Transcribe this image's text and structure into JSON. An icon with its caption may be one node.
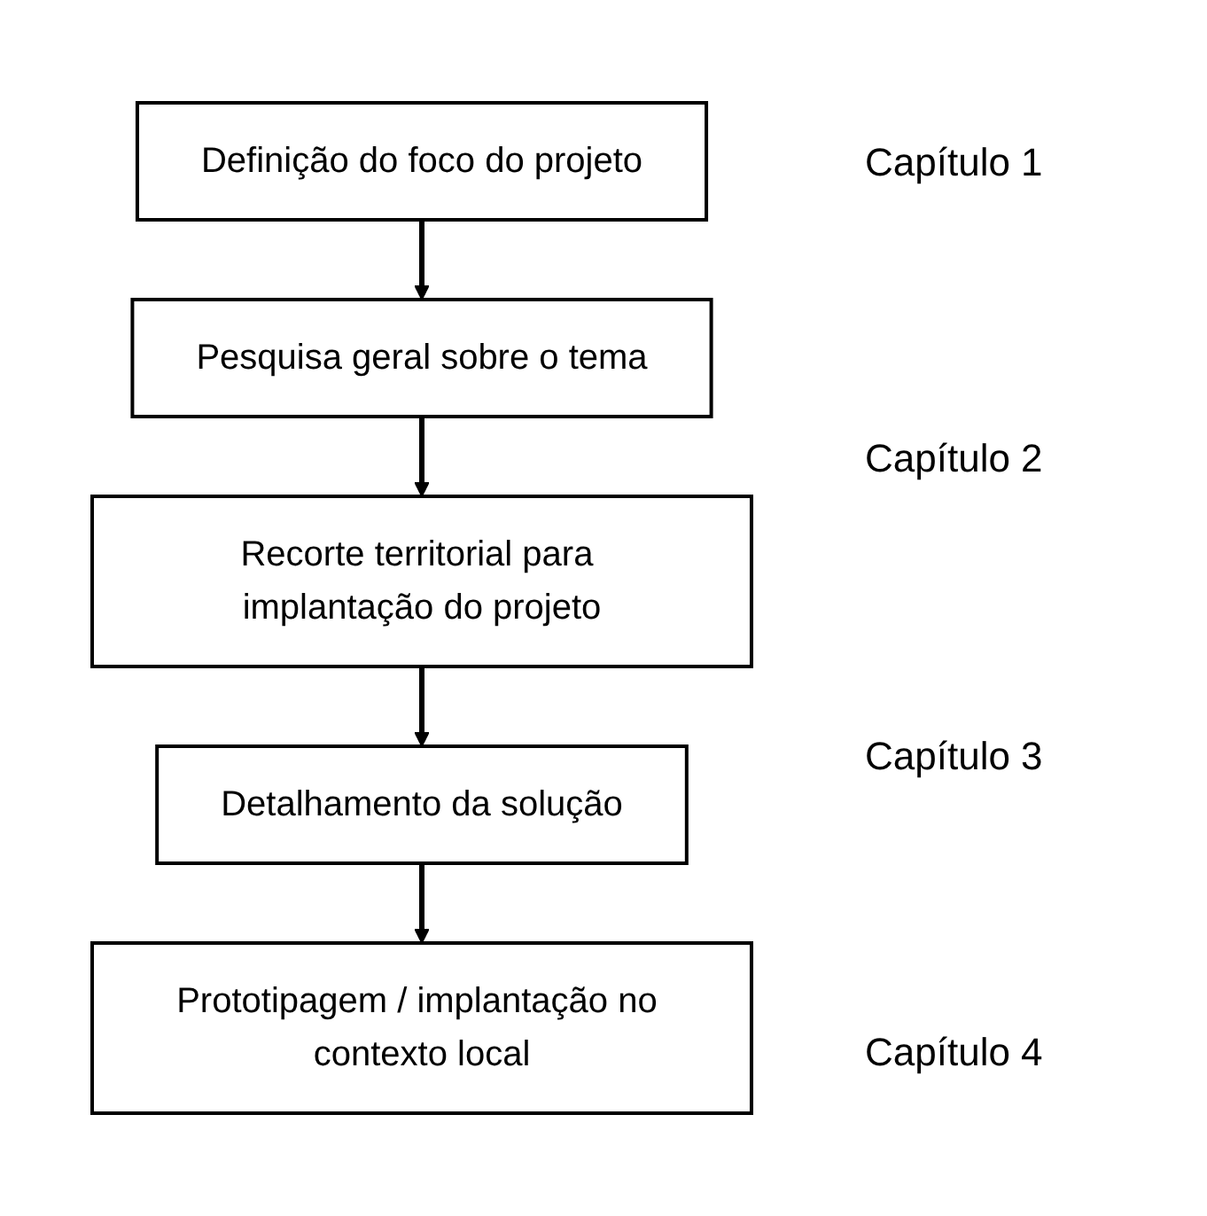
{
  "diagram": {
    "nodes": [
      {
        "text": [
          "Definição do foco do projeto"
        ]
      },
      {
        "text": [
          "Pesquisa geral sobre o tema"
        ]
      },
      {
        "text": [
          "Recorte territorial para implantação do projeto"
        ]
      },
      {
        "text": [
          "Detalhamento da solução"
        ]
      },
      {
        "text": [
          "Prototipagem / implantação no contexto local"
        ]
      }
    ],
    "edges": [
      {
        "from": 0,
        "to": 1,
        "arrow": "to"
      },
      {
        "from": 1,
        "to": 2,
        "arrow": "to"
      },
      {
        "from": 2,
        "to": 3,
        "arrow": "to"
      },
      {
        "from": 3,
        "to": 4,
        "arrow": "to"
      }
    ],
    "labels": [
      "Capítulo 1",
      "Capítulo 2",
      "Capítulo 3",
      "Capítulo 4"
    ]
  }
}
